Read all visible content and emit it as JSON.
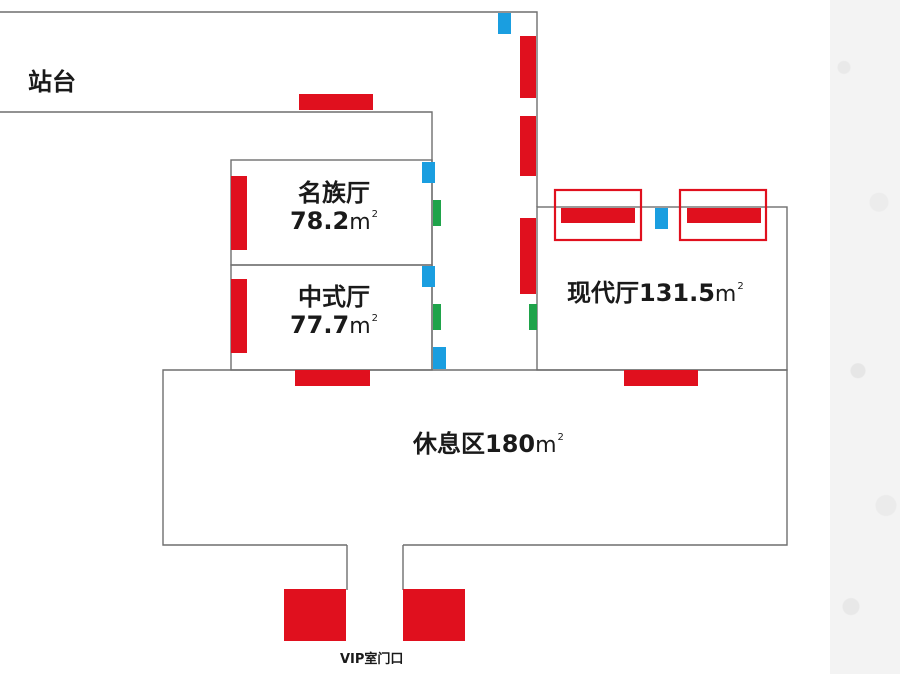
{
  "labels": {
    "platform": "站台",
    "room_mingzu_name": "名族厅",
    "room_mingzu_area": "78.2",
    "room_zhongshi_name": "中式厅",
    "room_zhongshi_area": "77.7",
    "room_xiandai": "现代厅131.5",
    "rest_area": "休息区180",
    "vip_gate": "VIP室门口",
    "area_unit": "m",
    "area_exponent": "2"
  },
  "colors": {
    "wall": "#6f6f6f",
    "seat_red": "#e0101e",
    "door_blue": "#1a9ee0",
    "window_green": "#1fa34a",
    "highlight": "#e0101e"
  }
}
